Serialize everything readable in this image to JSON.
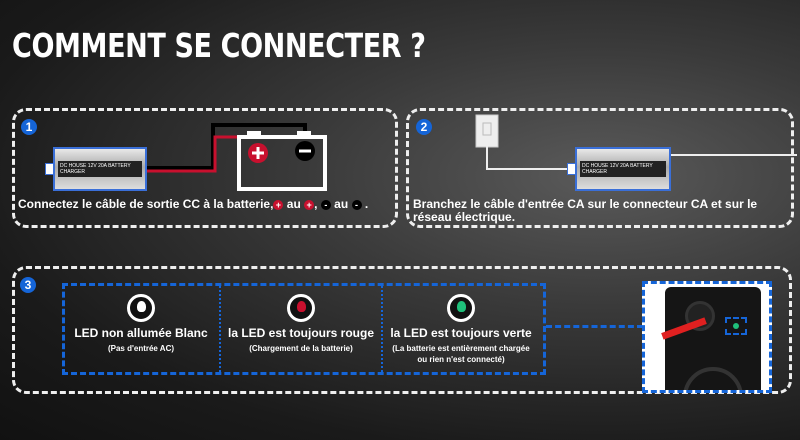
{
  "title": "COMMENT SE CONNECTER ?",
  "step1": {
    "number": "1",
    "text": "Connectez le câble de sortie CC à la batterie,",
    "plus_sym": "+",
    "au1": "au",
    "comma": ",",
    "minus_sym": "-",
    "au2": "au",
    "end": ".",
    "charger_brand": "DC HOUSE",
    "charger_model": "12V 20A BATTERY CHARGER"
  },
  "step2": {
    "number": "2",
    "line1": "Branchez le câble d'entrée CA sur le connecteur CA et sur le",
    "line2": "réseau électrique.",
    "charger_brand": "DC HOUSE",
    "charger_model": "12V 20A BATTERY CHARGER"
  },
  "step3": {
    "number": "3",
    "leds": [
      {
        "title": "LED non allumée Blanc",
        "sub": "(Pas d'entrée AC)",
        "color": "#ffffff"
      },
      {
        "title": "la LED est toujours rouge",
        "sub": "(Chargement de la batterie)",
        "color": "#c8102e"
      },
      {
        "title": "la LED est toujours verte",
        "sub": "(La batterie est entièrement chargée ou rien n'est connecté)",
        "color": "#1fbf7a"
      }
    ]
  }
}
